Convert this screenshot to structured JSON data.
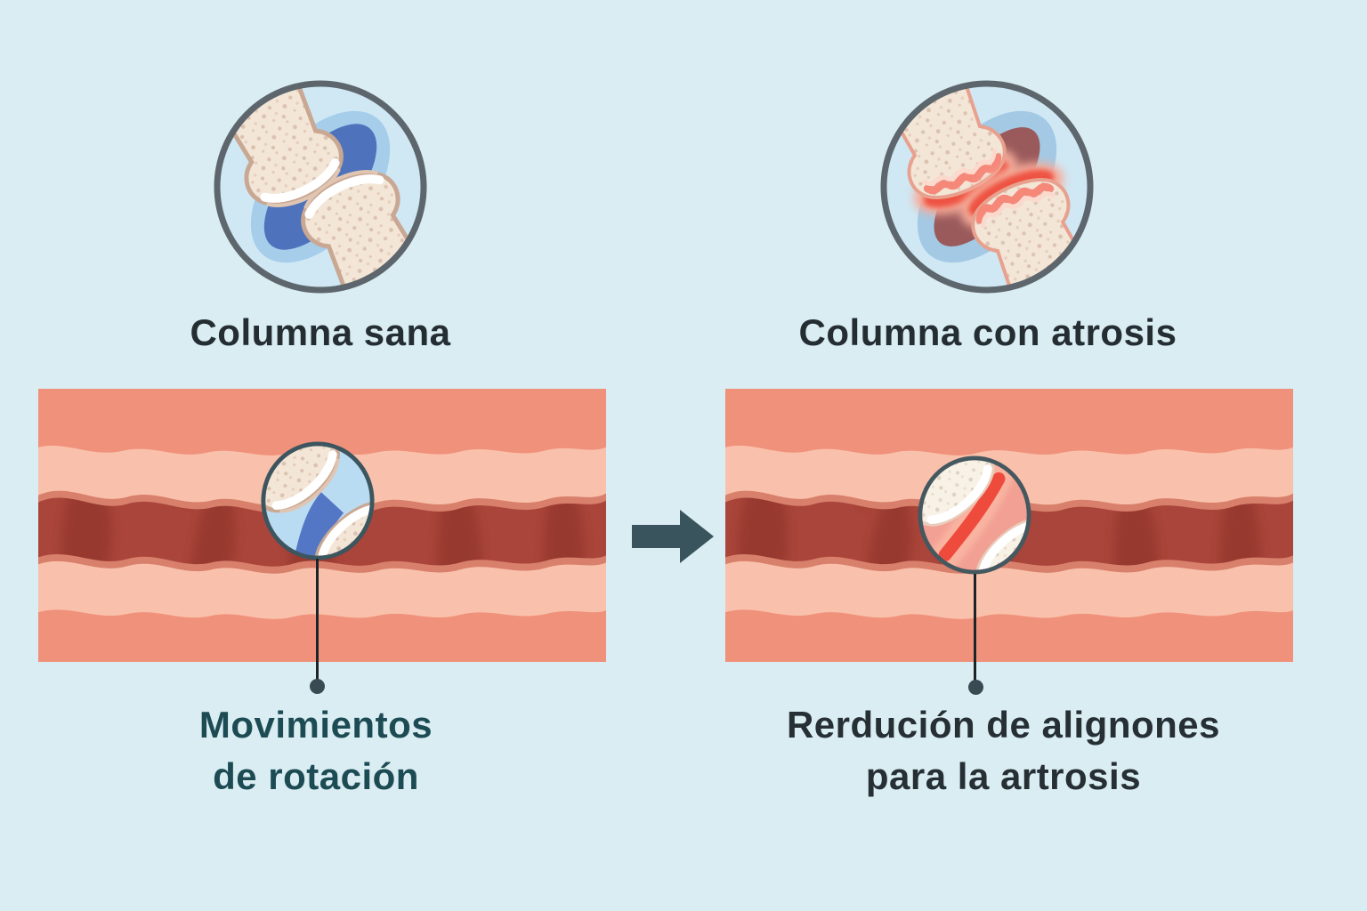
{
  "figure": {
    "background_color": "#d9edf2",
    "healthy_panel": {
      "title": "Columna sana",
      "caption_line1": "Movimientos",
      "caption_line2": "de rotación",
      "joint_icon": "healthy-joint-cross-section",
      "lens_icon": "magnifier-lens-healthy-joint"
    },
    "arthritic_panel": {
      "title": "Columna con atrosis",
      "caption_line1": "Rerdución de alignones",
      "caption_line2": "para la artrosis",
      "joint_icon": "arthritic-joint-cross-section",
      "lens_icon": "magnifier-lens-inflamed-joint"
    },
    "arrow_icon": "right-arrow",
    "colors": {
      "background": "#d9edf2",
      "title_text": "#242d32",
      "caption_left_text": "#1d4b54",
      "caption_right_text": "#262f34",
      "band_outer_salmon": "#f0917b",
      "band_inner_peach": "#f9c1ab",
      "band_edge_salmon": "#d8806c",
      "band_core_red": "#a9453a",
      "band_core_shadow": "#96392f",
      "bone_fill": "#f3e6d7",
      "bone_outline": "#c9a893",
      "cartilage_blue": "#4f72bc",
      "cartilage_halo_blue": "#a6cdea",
      "inflammation_red": "#ee5342",
      "inflammation_glow": "#f6ac9a",
      "inflammation_core": "#9a5a5b",
      "circle_border": "#5d666c",
      "lens_border": "#3d555e",
      "arrow_color": "#3a545e",
      "leader_line": "#1c2428",
      "leader_dot": "#3a4a52"
    }
  }
}
